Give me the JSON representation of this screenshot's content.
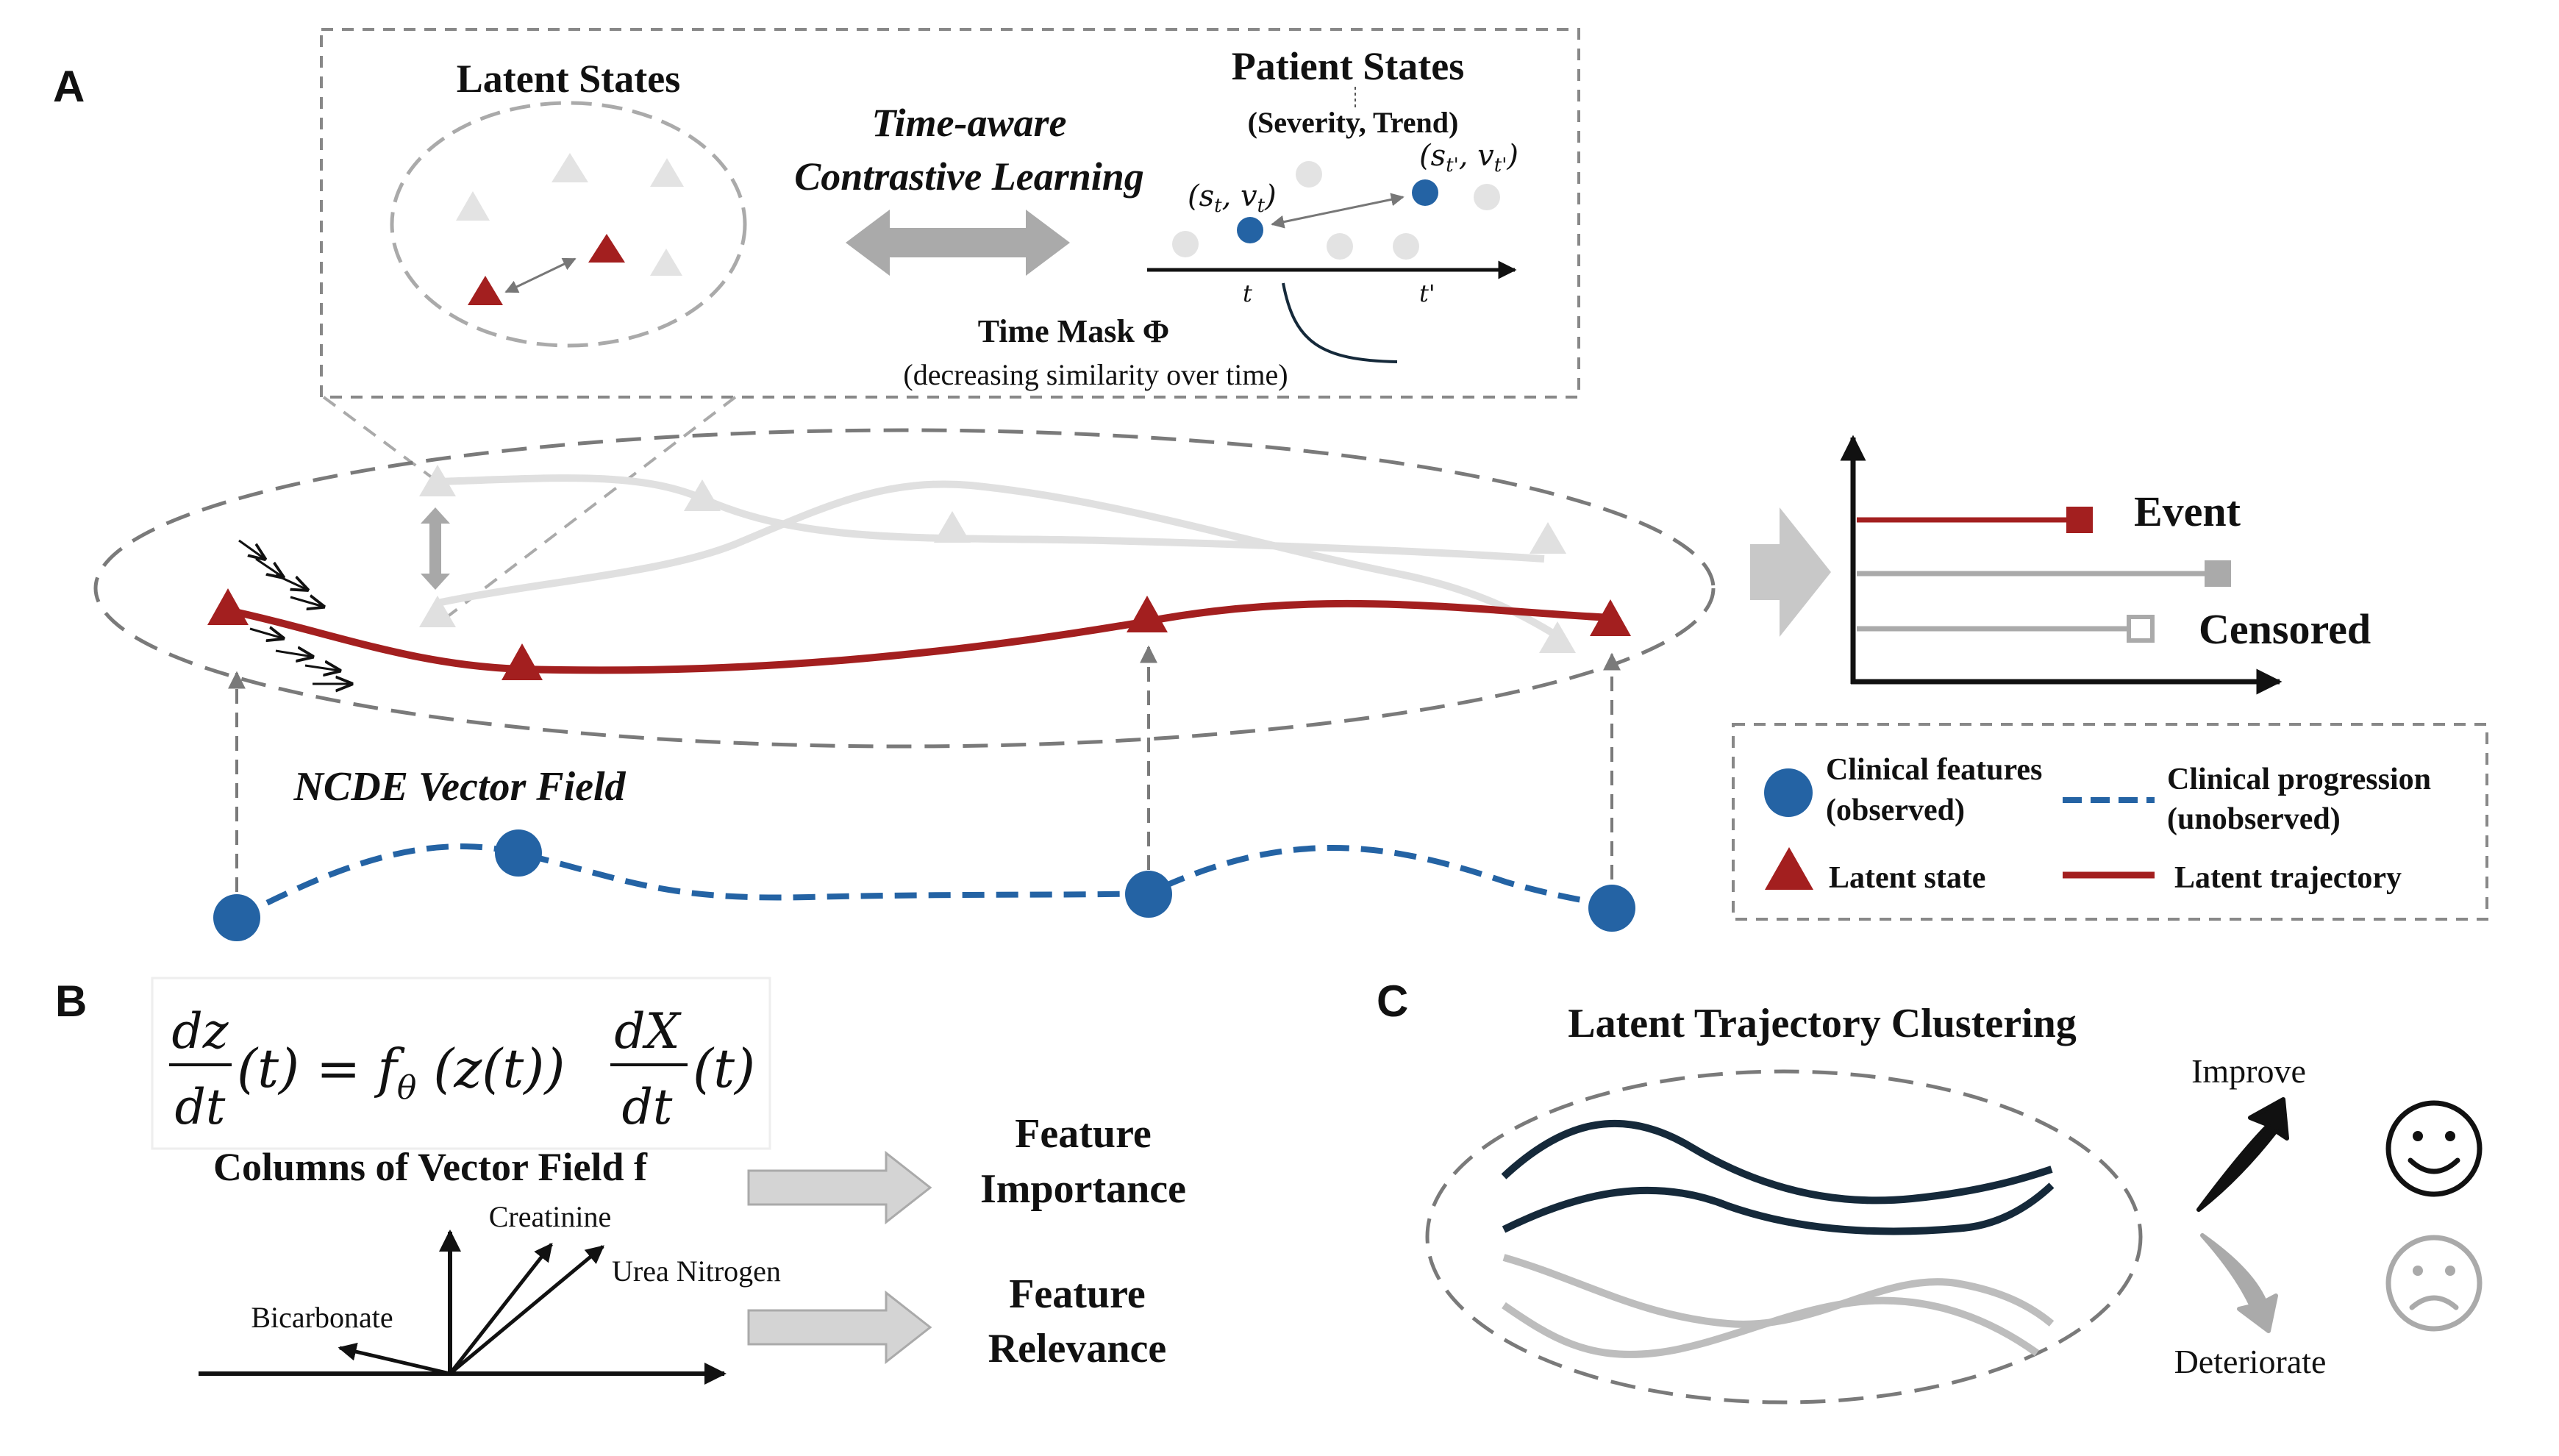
{
  "panels": {
    "a": "A",
    "b": "B",
    "c": "C"
  },
  "panel_a": {
    "latent_states_title": "Latent States",
    "patient_states_title": "Patient States",
    "patient_states_subtitle": "(Severity, Trend)",
    "contrastive_line1": "Time-aware",
    "contrastive_line2": "Contrastive Learning",
    "state_label_t": "(s",
    "state_label_t_sub": "t",
    "state_label_t_mid": ", v",
    "state_label_t_end": ")",
    "state_label_tp": "(s",
    "state_label_tp_sub": "t'",
    "state_label_tp_mid": ", v",
    "state_label_tp_end": ")",
    "axis_t": "t",
    "axis_tp": "t'",
    "time_mask_title": "Time Mask Φ",
    "time_mask_sub": "(decreasing similarity over time)",
    "ncde_label": "NCDE Vector Field",
    "event_label": "Event",
    "censored_label": "Censored"
  },
  "legend": {
    "clinical_features_1": "Clinical features",
    "clinical_features_2": "(observed)",
    "clinical_progression_1": "Clinical progression",
    "clinical_progression_2": "(unobserved)",
    "latent_state": "Latent state",
    "latent_trajectory": "Latent trajectory"
  },
  "panel_b": {
    "equation": "dz/dt(t) = fθ(z(t)) dX/dt(t)",
    "columns_title": "Columns of Vector Field f",
    "feature_importance_1": "Feature",
    "feature_importance_2": "Importance",
    "feature_relevance_1": "Feature",
    "feature_relevance_2": "Relevance",
    "vectors": [
      "Creatinine",
      "Urea Nitrogen",
      "Bicarbonate"
    ]
  },
  "panel_c": {
    "title": "Latent Trajectory Clustering",
    "improve": "Improve",
    "deteriorate": "Deteriorate"
  },
  "colors": {
    "red": "#A31F1F",
    "blue": "#2463A4",
    "light_gray": "#D9D9D9",
    "mid_gray": "#8C8C8C",
    "navy": "#15293A"
  }
}
